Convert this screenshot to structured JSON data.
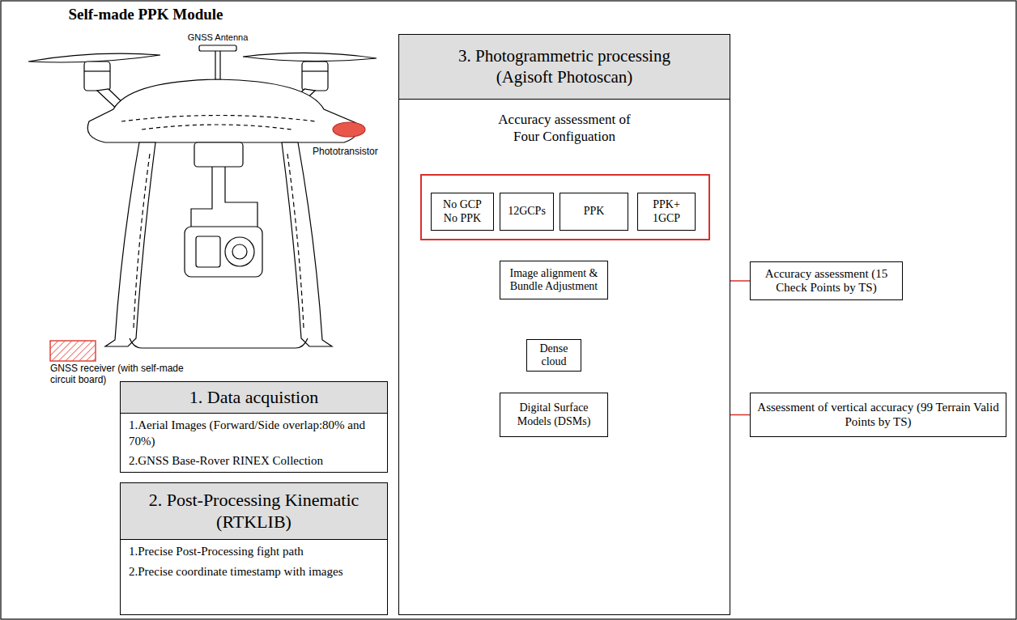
{
  "diagram": {
    "title": "Self-made PPK Module",
    "nodes": [
      {
        "text": [
          "1. Data acquistion",
          "1.Aerial Images (Forward/Side overlap:80% and 70%)",
          "2.GNSS Base-Rover RINEX Collection"
        ]
      },
      {
        "text": [
          "2. Post-Processing Kinematic (RTKLIB)",
          "1.Precise Post-Processing fight path",
          "2.Precise coordinate timestamp with images"
        ]
      },
      {
        "text": [
          "3. Photogrammetric processing (Agisoft Photoscan)",
          "Accuracy assessment of Four Configuation"
        ]
      },
      {
        "text": [],
        "in": 2
      },
      {
        "text": [
          "No GCP No PPK"
        ],
        "in": 3
      },
      {
        "text": [
          "12GCPs"
        ],
        "in": 3
      },
      {
        "text": [
          "PPK"
        ],
        "in": 3
      },
      {
        "text": [
          "PPK+ 1GCP"
        ],
        "in": 3
      },
      {
        "text": [
          "Image alignment & Bundle Adjustment"
        ],
        "in": 2
      },
      {
        "text": [
          "Dense cloud"
        ],
        "in": 2
      },
      {
        "text": [
          "Digital Surface Models (DSMs)"
        ],
        "in": 2
      },
      {
        "text": [
          "Accuracy assessment (15 Check Points by TS)"
        ]
      },
      {
        "text": [
          "Assessment of vertical accuracy (99 Terrain Valid Points by TS)"
        ]
      }
    ],
    "edges": [
      {
        "from": 3,
        "to": 8,
        "arrow": "to"
      },
      {
        "from": 8,
        "to": 9,
        "arrow": "to"
      },
      {
        "from": 9,
        "to": 10,
        "arrow": "to"
      },
      {
        "from": 11,
        "to": 8,
        "arrow": "to"
      },
      {
        "from": 12,
        "to": 10,
        "arrow": "to"
      }
    ],
    "labels": [
      "GNSS Antenna",
      "Phototransistor",
      "GNSS receiver (with self-made circuit board)"
    ]
  }
}
